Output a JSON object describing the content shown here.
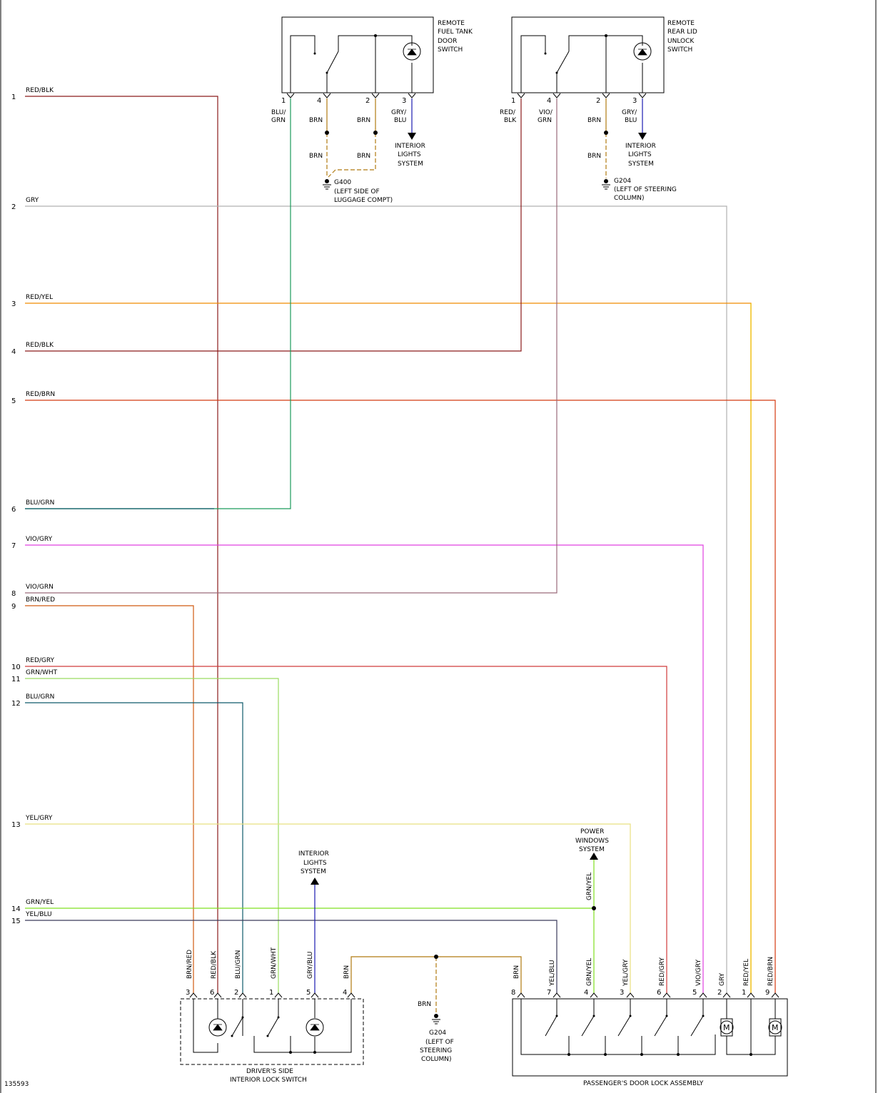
{
  "diagram_id": "135593",
  "connector_pins": [
    "1",
    "2",
    "3",
    "4",
    "5",
    "6",
    "7",
    "8",
    "9",
    "10",
    "11",
    "12",
    "13",
    "14",
    "15"
  ],
  "pins": [
    {
      "num": "1",
      "wire": "RED/BLK",
      "color": "#8B1A1A"
    },
    {
      "num": "2",
      "wire": "GRY",
      "color": "#B0B0B0"
    },
    {
      "num": "3",
      "wire": "RED/YEL",
      "color": "#F08A00"
    },
    {
      "num": "4",
      "wire": "RED/BLK",
      "color": "#8B1A1A"
    },
    {
      "num": "5",
      "wire": "RED/BRN",
      "color": "#D43A10"
    },
    {
      "num": "6",
      "wire": "BLU/GRN",
      "color": "#0F6A6A"
    },
    {
      "num": "7",
      "wire": "VIO/GRY",
      "color": "#E040E0"
    },
    {
      "num": "8",
      "wire": "VIO/GRN",
      "color": "#9A6A7A"
    },
    {
      "num": "9",
      "wire": "BRN/RED",
      "color": "#D05A10"
    },
    {
      "num": "10",
      "wire": "RED/GRY",
      "color": "#D03A3A"
    },
    {
      "num": "11",
      "wire": "GRN/WHT",
      "color": "#9ADC60"
    },
    {
      "num": "12",
      "wire": "BLU/GRN",
      "color": "#0F5A6A"
    },
    {
      "num": "13",
      "wire": "YEL/GRY",
      "color": "#E8E080"
    },
    {
      "num": "14",
      "wire": "GRN/YEL",
      "color": "#80E020"
    },
    {
      "num": "15",
      "wire": "YEL/BLU",
      "color": "#3A3A5A"
    }
  ],
  "colors": {
    "brn": "#B07A10",
    "grn": "#1A9A3A",
    "gry_blu": "#1A1AB0",
    "red_blk": "#8B1A1A",
    "vio_grn": "#9A6A7A"
  },
  "fuel_switch": {
    "title": [
      "REMOTE",
      "FUEL TANK",
      "DOOR",
      "SWITCH"
    ],
    "pins": [
      "1",
      "4",
      "2",
      "3"
    ],
    "wires": [
      "BLU/",
      "GRN",
      "BRN",
      "BRN",
      "GRY/",
      "BLU"
    ],
    "splice_labels": [
      "BRN",
      "BRN"
    ],
    "destination": [
      "INTERIOR",
      "LIGHTS",
      "SYSTEM"
    ],
    "ground": [
      "G400",
      "(LEFT SIDE OF",
      "LUGGAGE COMPT)"
    ]
  },
  "rear_lid_switch": {
    "title": [
      "REMOTE",
      "REAR LID",
      "UNLOCK",
      "SWITCH"
    ],
    "pins": [
      "1",
      "4",
      "2",
      "3"
    ],
    "wires": [
      "RED/",
      "BLK",
      "VIO/",
      "GRN",
      "BRN",
      "GRY/",
      "BLU"
    ],
    "splice_label": "BRN",
    "destination": [
      "INTERIOR",
      "LIGHTS",
      "SYSTEM"
    ],
    "ground": [
      "G204",
      "(LEFT OF STEERING",
      "COLUMN)"
    ]
  },
  "driver_switch": {
    "caption": [
      "DRIVER'S SIDE",
      "INTERIOR LOCK SWITCH"
    ],
    "pins": [
      "3",
      "6",
      "2",
      "1",
      "5",
      "4"
    ],
    "wires": [
      "BRN/RED",
      "RED/BLK",
      "BLU/GRN",
      "GRN/WHT",
      "GRY/BLU",
      "BRN"
    ],
    "interior_lights": [
      "INTERIOR",
      "LIGHTS",
      "SYSTEM"
    ]
  },
  "center_ground": {
    "wire": "BRN",
    "label": [
      "G204",
      "(LEFT OF",
      "STEERING",
      "COLUMN)"
    ]
  },
  "passenger_assembly": {
    "caption": "PASSENGER'S DOOR LOCK ASSEMBLY",
    "pins": [
      "8",
      "7",
      "4",
      "3",
      "6",
      "5",
      "2",
      "1",
      "9"
    ],
    "wires": [
      "BRN",
      "YEL/BLU",
      "GRN/YEL",
      "YEL/GRY",
      "RED/GRY",
      "VIO/GRY",
      "GRY",
      "RED/YEL",
      "RED/BRN"
    ],
    "motor_symbol": "M",
    "power_windows": [
      "POWER",
      "WINDOWS",
      "SYSTEM"
    ],
    "pw_wire": "GRN/YEL"
  }
}
